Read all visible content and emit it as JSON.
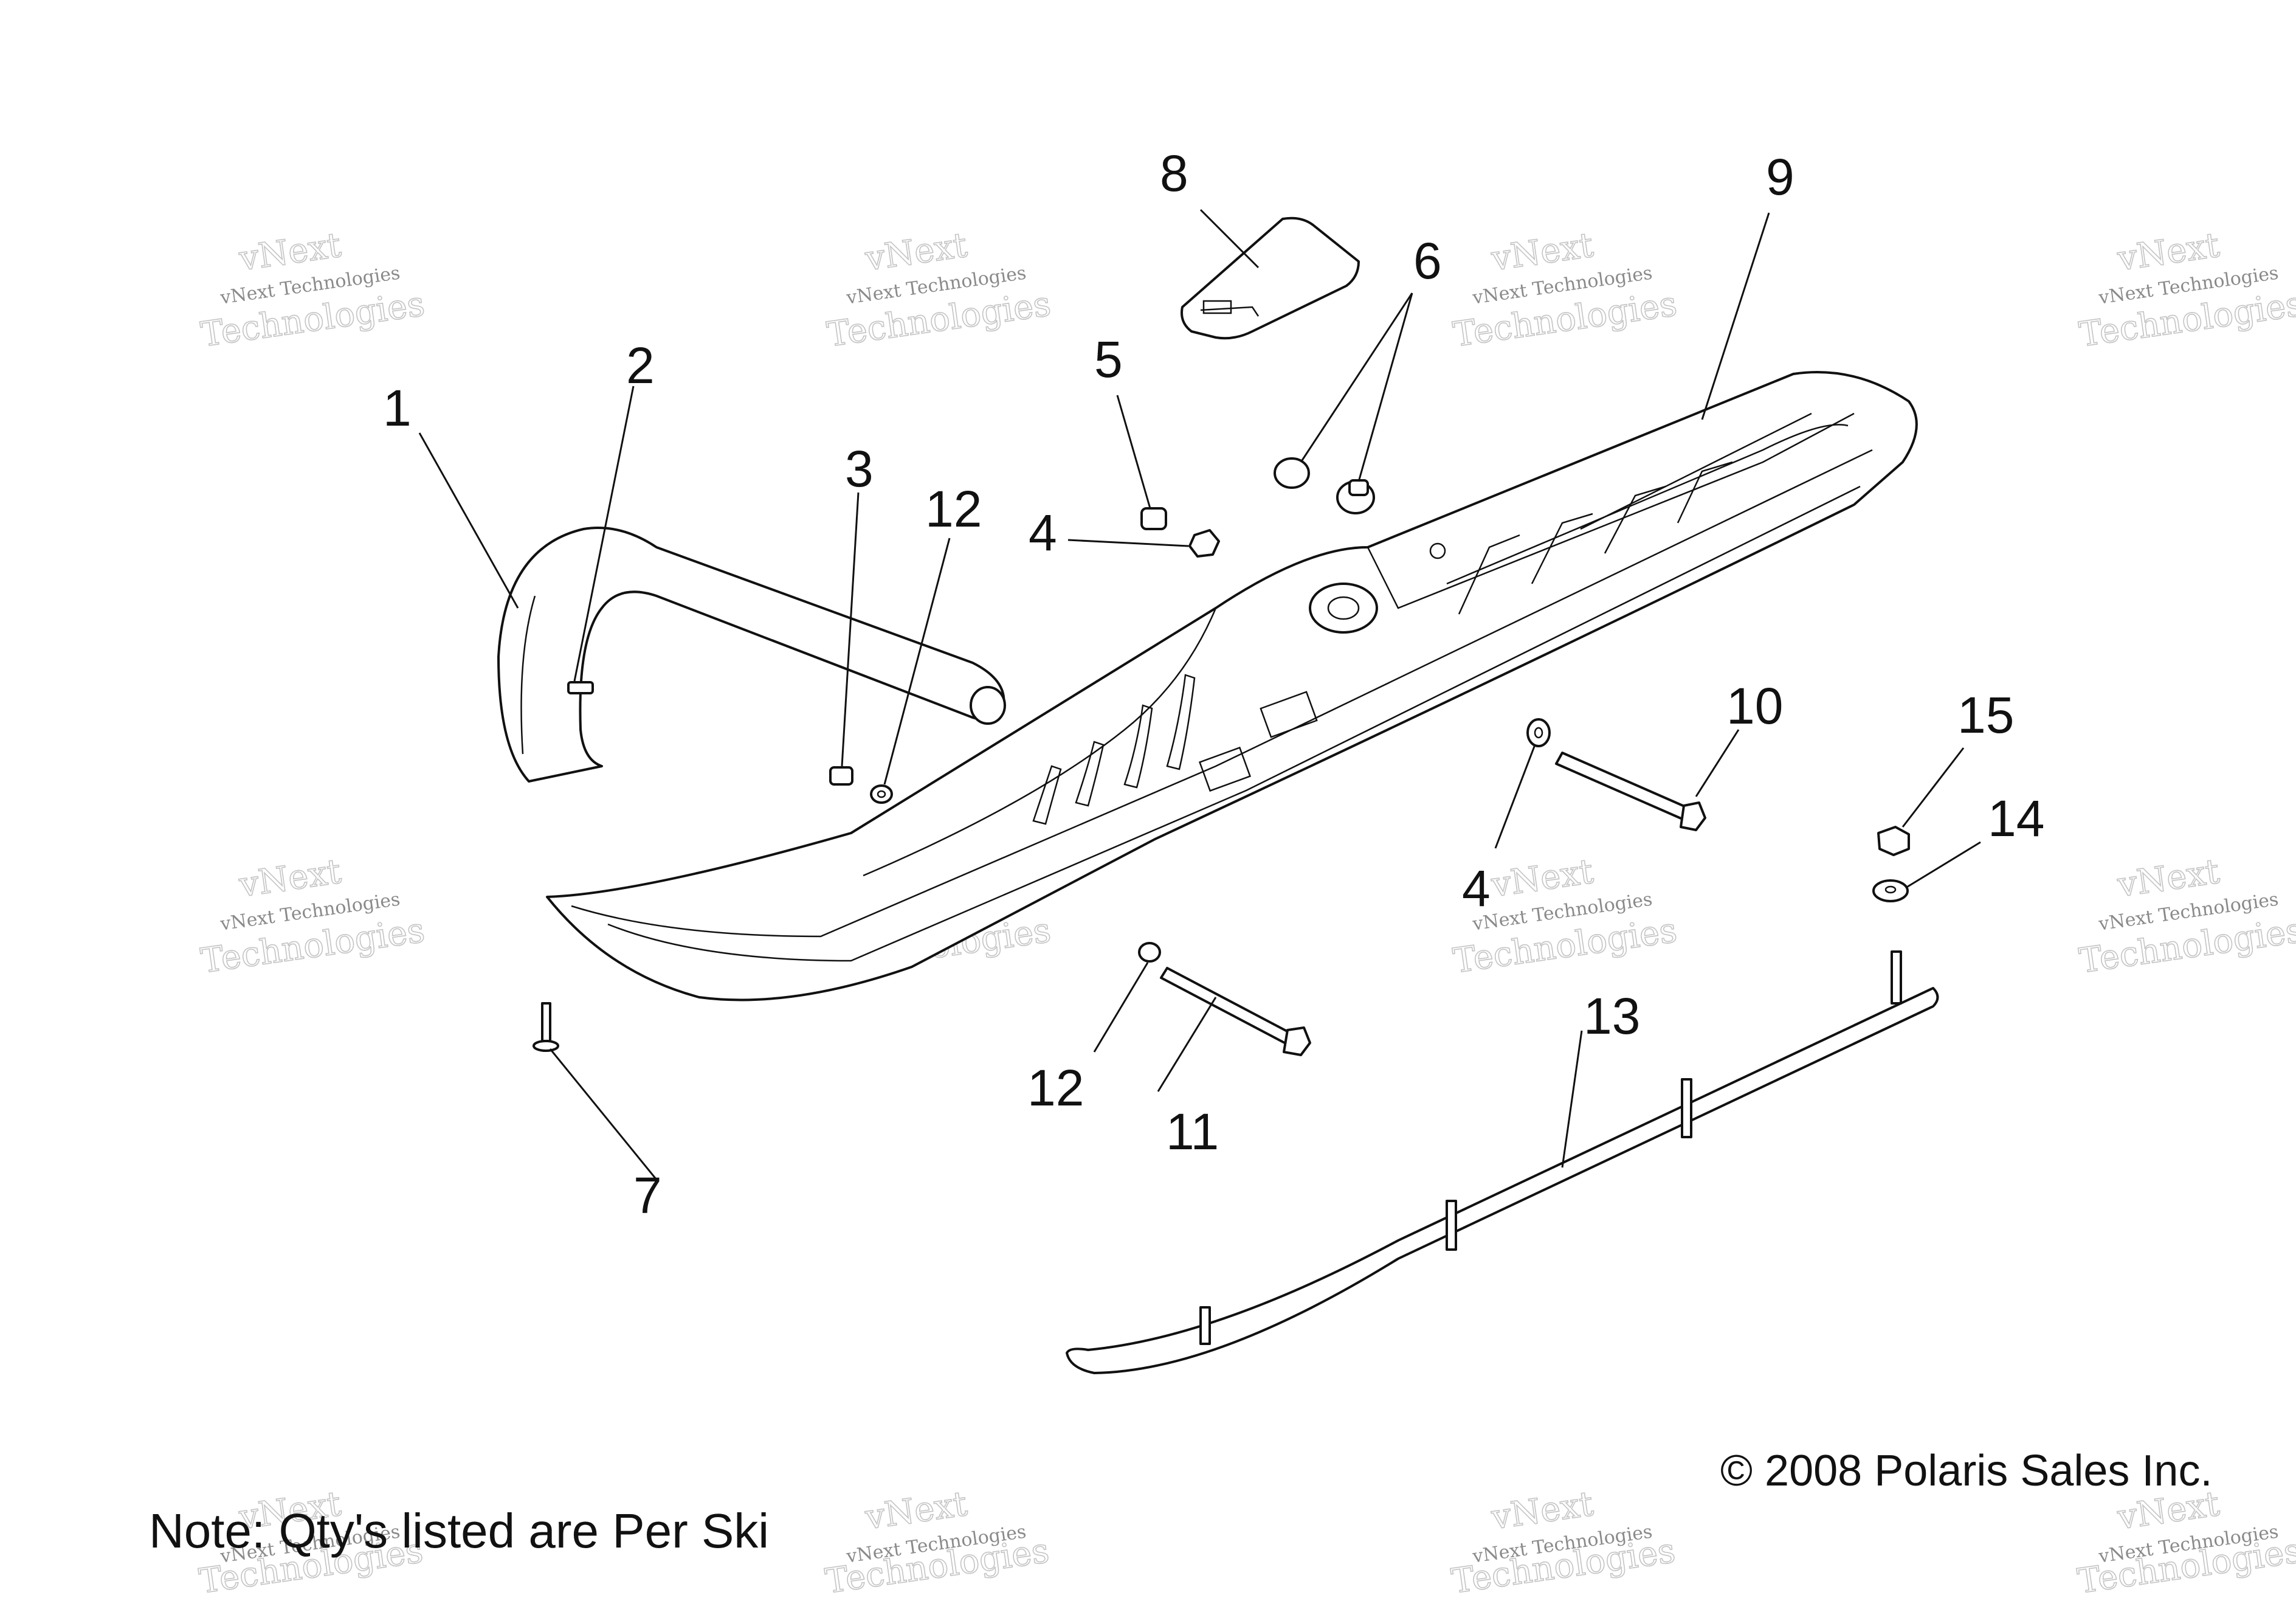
{
  "diagram": {
    "callouts": [
      "1",
      "2",
      "3",
      "12",
      "4",
      "5",
      "8",
      "6",
      "9",
      "10",
      "15",
      "14",
      "4",
      "12",
      "11",
      "7",
      "13"
    ],
    "note": "Note: Qty's listed are Per Ski",
    "copyright": "© 2008 Polaris Sales Inc.",
    "watermark": {
      "line1": "vNext Technologies",
      "line2": "vNext",
      "line3": "Technologies"
    }
  }
}
